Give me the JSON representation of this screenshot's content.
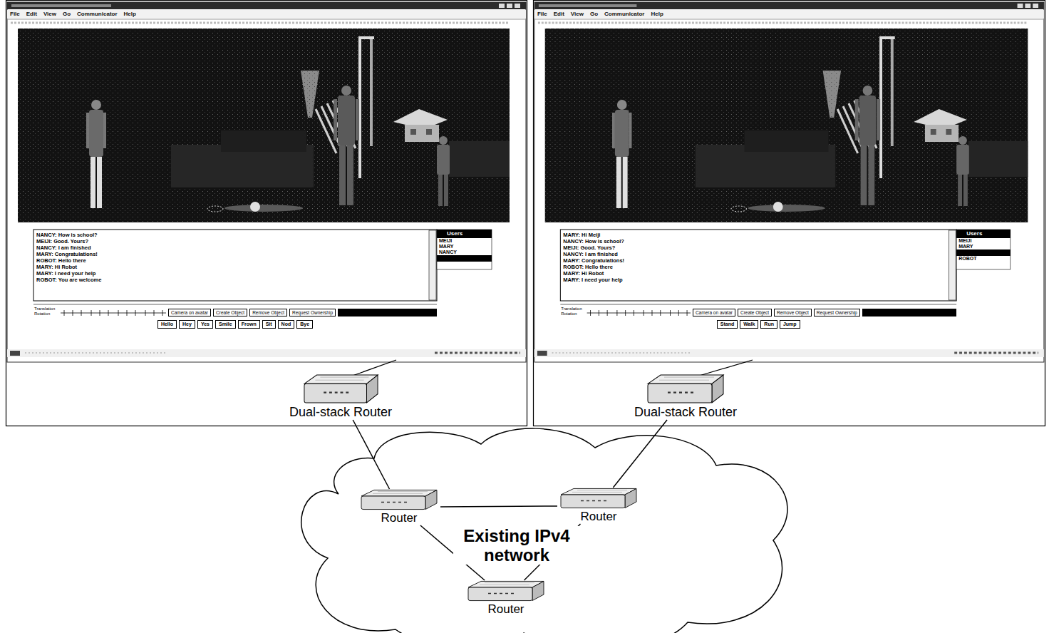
{
  "diagram": {
    "nodes": [
      {
        "text": [
          "Dual-stack Router"
        ]
      },
      {
        "text": [
          "Dual-stack Router"
        ]
      },
      {
        "text": [
          "Existing IPv4 network"
        ]
      },
      {
        "text": [
          "Router"
        ],
        "in": 2
      },
      {
        "text": [
          "Router"
        ],
        "in": 2
      },
      {
        "text": [
          "Router"
        ],
        "in": 2
      }
    ],
    "edges": [
      {
        "from": 0,
        "to": 3,
        "arrow": "none"
      },
      {
        "from": 1,
        "to": 4,
        "arrow": "none"
      },
      {
        "from": 3,
        "to": 4,
        "arrow": "none"
      },
      {
        "from": 3,
        "to": 5,
        "arrow": "none"
      },
      {
        "from": 4,
        "to": 5,
        "arrow": "none"
      }
    ],
    "labels": [
      "File",
      "Edit",
      "View",
      "Go",
      "Communicator",
      "Help",
      "NANCY: How is school?",
      "MEIJI: Good. Yours?",
      "NANCY: I am finished",
      "MARY: Congratulations!",
      "ROBOT: Hello there",
      "MARY: Hi Robot",
      "MARY: I need your help",
      "ROBOT: You are welcome",
      "Users",
      "MEIJI",
      "MARY",
      "NANCY",
      "Translation",
      "Rotation",
      "Camera on avatar",
      "Create Object",
      "Remove Object",
      "Request Ownership",
      "Hello",
      "Hey",
      "Yes",
      "Smile",
      "Frown",
      "Sit",
      "Nod",
      "Bye",
      "File",
      "Edit",
      "View",
      "Go",
      "Communicator",
      "Help",
      "MARY: Hi Meiji",
      "NANCY: How is school?",
      "MEIJI: Good. Yours?",
      "NANCY: I am finished",
      "MARY: Congratulations!",
      "ROBOT: Hello there",
      "MARY: Hi Robot",
      "MARY: I need your help",
      "Users",
      "MEIJI",
      "MARY",
      "ROBOT",
      "Translation",
      "Rotation",
      "Camera on avatar",
      "Create Object",
      "Remove Object",
      "Request Ownership",
      "Stand",
      "Walk",
      "Run",
      "Jump"
    ]
  }
}
